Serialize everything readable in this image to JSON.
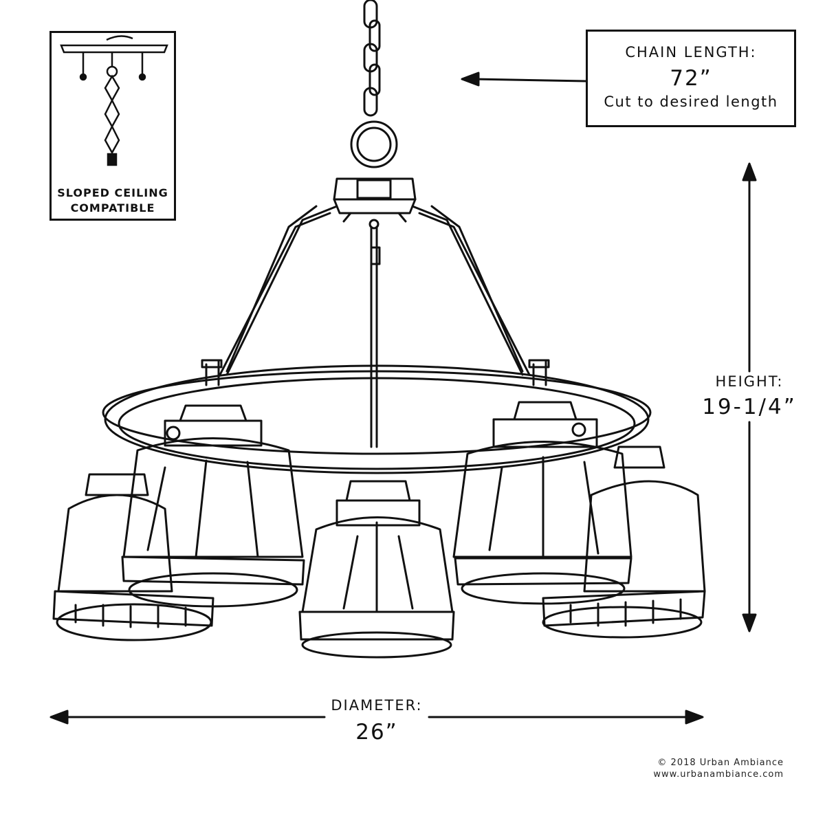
{
  "inset": {
    "line1": "SLOPED CEILING",
    "line2": "COMPATIBLE"
  },
  "chain": {
    "title": "CHAIN LENGTH:",
    "value": "72”",
    "note": "Cut to desired length"
  },
  "height": {
    "title": "HEIGHT:",
    "value": "19-1/4”"
  },
  "diameter": {
    "title": "DIAMETER:",
    "value": "26”"
  },
  "copyright": {
    "line1": "© 2018 Urban Ambiance",
    "line2": "www.urbanambiance.com"
  },
  "colors": {
    "ink": "#111111",
    "background": "#ffffff"
  }
}
